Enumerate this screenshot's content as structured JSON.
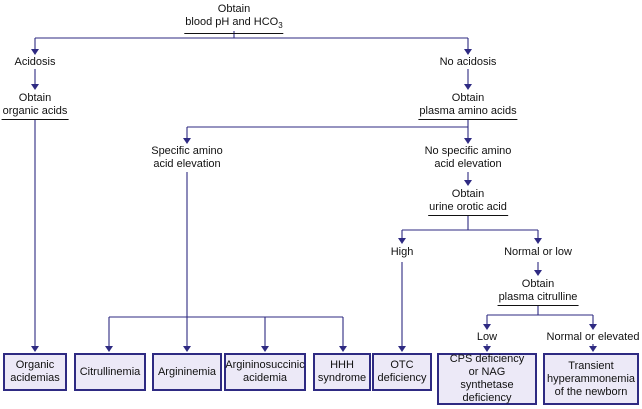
{
  "nodes": {
    "obtain_ph": {
      "line1": "Obtain",
      "line2_prefix": "blood pH and HCO",
      "line2_sub": "3"
    },
    "acidosis": {
      "label": "Acidosis"
    },
    "obtain_organic": {
      "line1": "Obtain",
      "line2": "organic acids"
    },
    "no_acidosis": {
      "label": "No acidosis"
    },
    "obtain_plasma_aa": {
      "line1": "Obtain",
      "line2": "plasma amino acids"
    },
    "specific_elev": {
      "line1": "Specific amino",
      "line2": "acid elevation"
    },
    "no_specific_elev": {
      "line1": "No specific amino",
      "line2": "acid elevation"
    },
    "obtain_orotic": {
      "line1": "Obtain",
      "line2": "urine orotic acid"
    },
    "high": {
      "label": "High"
    },
    "normal_low": {
      "label": "Normal or low"
    },
    "obtain_citrulline": {
      "line1": "Obtain",
      "line2": "plasma citrulline"
    },
    "low": {
      "label": "Low"
    },
    "normal_elevated": {
      "label": "Normal or elevated"
    }
  },
  "outcomes": {
    "organic_acidemias": {
      "line1": "Organic",
      "line2": "acidemias"
    },
    "citrullinemia": {
      "line1": "Citrullinemia"
    },
    "argininemia": {
      "line1": "Argininemia"
    },
    "argininosuccinic": {
      "line1": "Argininosuccinic",
      "line2": "acidemia"
    },
    "hhh": {
      "line1": "HHH",
      "line2": "syndrome"
    },
    "otc": {
      "line1": "OTC",
      "line2": "deficiency"
    },
    "cps_nag": {
      "line1": "CPS deficiency",
      "line2": "or NAG synthetase",
      "line3": "deficiency"
    },
    "transient": {
      "line1": "Transient",
      "line2": "hyperammonemia",
      "line3": "of the newborn"
    }
  },
  "colors": {
    "line": "#2e2a82",
    "box_fill": "#ece9f7"
  }
}
